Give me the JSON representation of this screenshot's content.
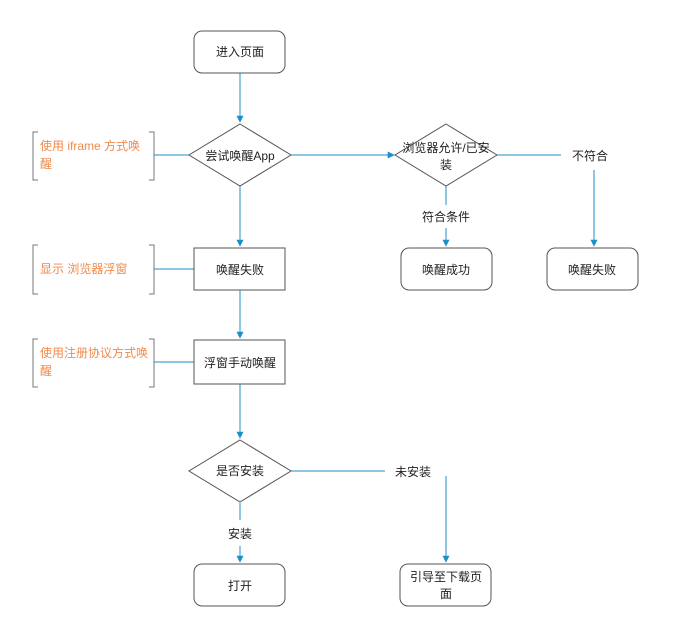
{
  "nodes": {
    "enter_page": "进入页面",
    "try_wake_app": "尝试唤醒App",
    "wake_fail_left": "唤醒失败",
    "float_manual_wake": "浮窗手动唤醒",
    "is_installed": "是否安装",
    "open": "打开",
    "browser_allowed_line1": "浏览器允许/已安",
    "browser_allowed_line2": "装",
    "wake_success": "唤醒成功",
    "wake_fail_right": "唤醒失败",
    "guide_download_line1": "引导至下载页",
    "guide_download_line2": "面"
  },
  "edge_labels": {
    "not_match": "不符合",
    "match_condition": "符合条件",
    "not_installed": "未安装",
    "installed": "安装"
  },
  "notes": {
    "iframe_line1": "使用 iframe 方式唤",
    "iframe_line2": "醒",
    "show_browser_float": "显示 浏览器浮窗",
    "protocol_line1": "使用注册协议方式唤",
    "protocol_line2": "醒"
  },
  "colors": {
    "edge": "#1c8fc9",
    "note_text": "#f08a4b",
    "box_stroke": "#555555"
  }
}
